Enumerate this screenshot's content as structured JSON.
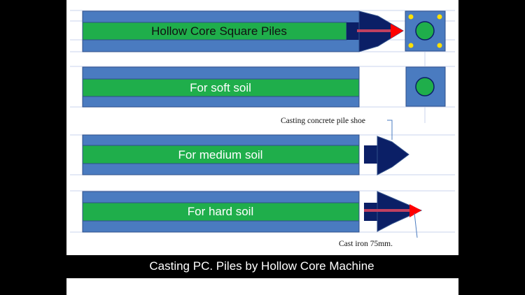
{
  "rows": [
    {
      "label": "Hollow Core Square Piles"
    },
    {
      "label": "For soft soil"
    },
    {
      "label": "For medium soil"
    },
    {
      "label": "For hard soil"
    }
  ],
  "annotations": {
    "pile_shoe": "Casting concrete pile shoe",
    "cast_iron": "Cast iron 75mm."
  },
  "caption": "Casting PC. Piles by Hollow Core  Machine",
  "colors": {
    "pile_outer": "#4a7bc0",
    "pile_core": "#1fae4b",
    "shoe": "#0b1f66",
    "tip": "#ff0000",
    "bolt": "#ffe000",
    "background": "#ffffff",
    "frame": "#000000"
  }
}
